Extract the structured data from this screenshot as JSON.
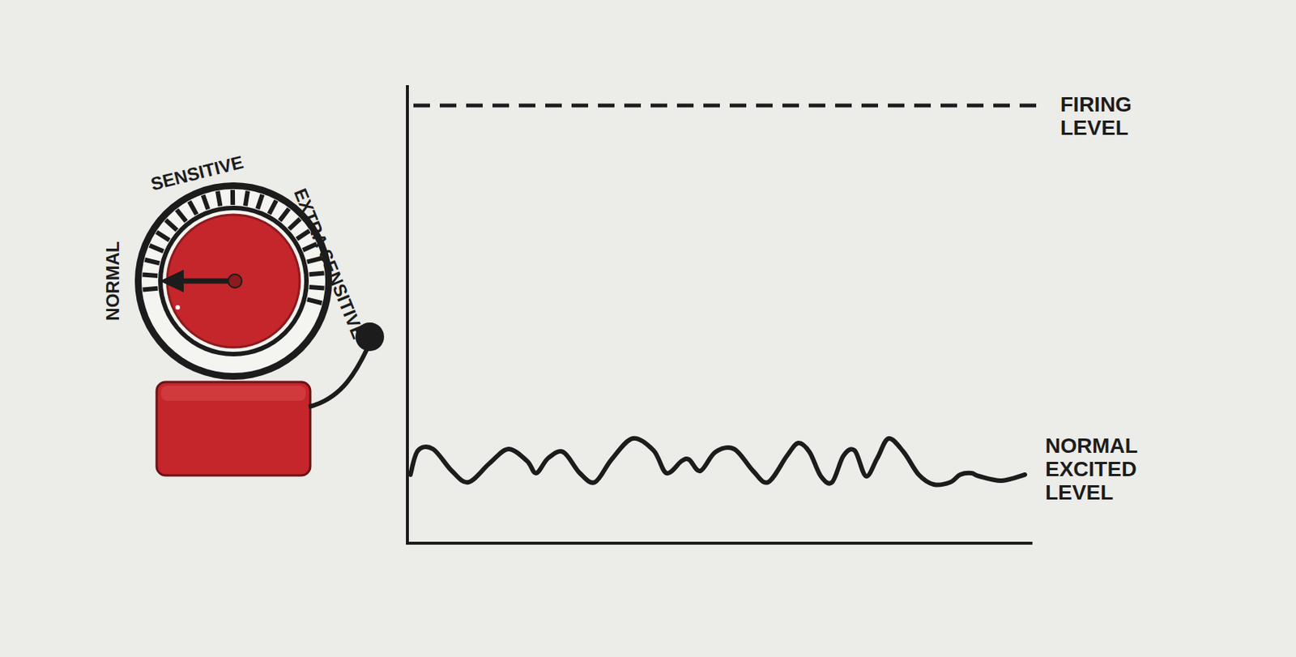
{
  "diagram": {
    "labels": [
      "NORMAL",
      "SENSITIVE",
      "EXTRA SENSITIVE",
      "FIRING LEVEL",
      "NORMAL EXCITED LEVEL"
    ]
  }
}
